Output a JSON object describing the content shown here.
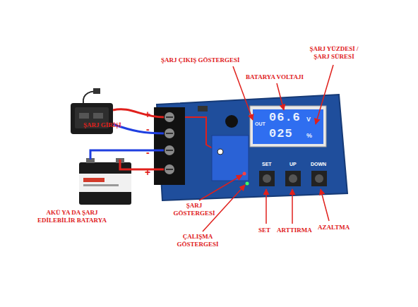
{
  "diagram": {
    "labels": [
      "ŞARJ YÜZDESİ / ŞARJ SÜRESİ",
      "ŞARJ ÇIKIŞ GÖSTERGESİ",
      "BATARYA VOLTAJI",
      "ŞARJ GİRİŞİ",
      "+",
      "-",
      "-",
      "+",
      "OUT",
      "06.6",
      "V",
      "025",
      "%",
      "SET",
      "UP",
      "DOWN",
      "AKÜ YA DA ŞARJ EDİLEBİLİR BATARYA",
      "ŞARJ GÖSTERGESİ",
      "ÇALIŞMA GÖSTERGESİ",
      "SET",
      "ARTTIRMA",
      "AZALTMA"
    ]
  }
}
